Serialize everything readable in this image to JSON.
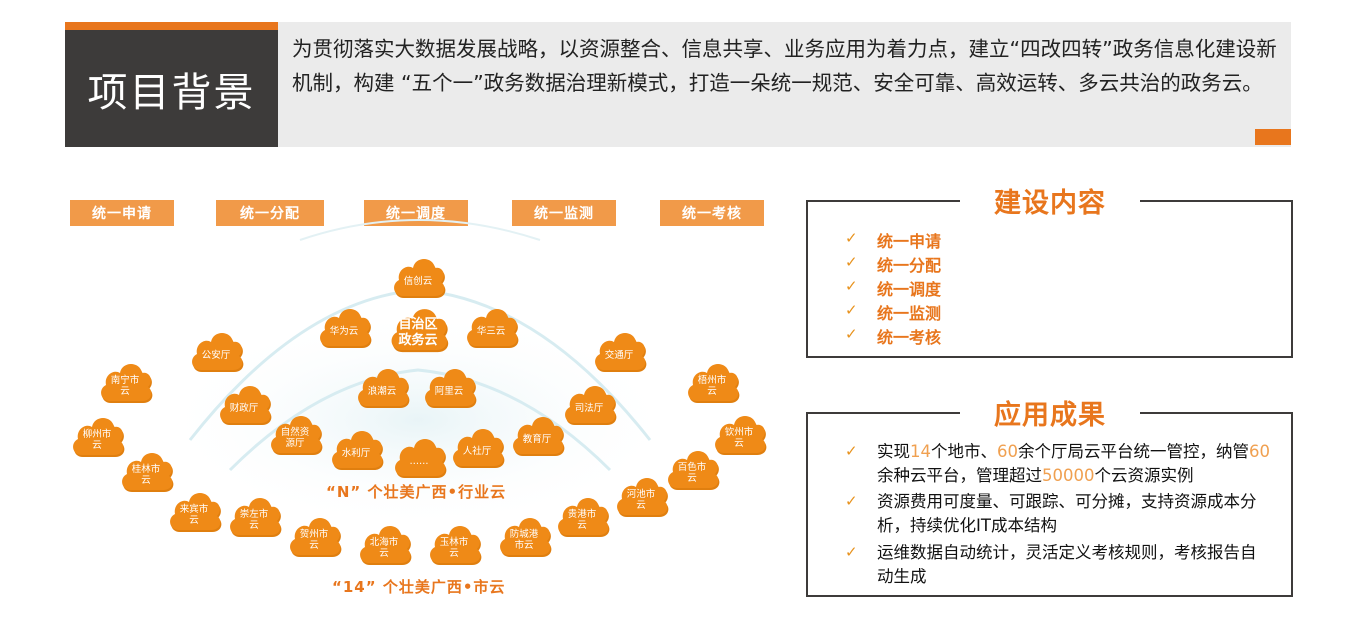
{
  "header": {
    "title": "项目背景",
    "intro": "为贯彻落实大数据发展战略，以资源整合、信息共享、业务应用为着力点，建立“四改四转”政务信息化建设新机制，构建 “五个一”政务数据治理新模式，打造一朵统一规范、安全可靠、高效运转、多云共治的政务云。"
  },
  "tags": [
    "统一申请",
    "统一分配",
    "统一调度",
    "统一监测",
    "统一考核"
  ],
  "clouds": {
    "center": "自治区\n政务云",
    "providers": [
      "信创云",
      "华为云",
      "华三云",
      "浪潮云",
      "阿里云"
    ],
    "departments": [
      "公安厅",
      "财政厅",
      "自然资\n源厅",
      "水利厅",
      "……",
      "人社厅",
      "教育厅",
      "司法厅",
      "交通厅"
    ],
    "cities": [
      "南宁市\n云",
      "柳州市\n云",
      "桂林市\n云",
      "来宾市\n云",
      "崇左市\n云",
      "贺州市\n云",
      "北海市\n云",
      "玉林市\n云",
      "防城港\n市云",
      "贵港市\n云",
      "河池市\n云",
      "百色市\n云",
      "钦州市\n云",
      "梧州市\n云"
    ]
  },
  "captions": {
    "industry": "“N” 个壮美广西•行业云",
    "city": "“14” 个壮美广西•市云"
  },
  "construction": {
    "title": "建设内容",
    "items": [
      "统一申请",
      "统一分配",
      "统一调度",
      "统一监测",
      "统一考核"
    ]
  },
  "results": {
    "title": "应用成果",
    "item1": {
      "p1": "实现",
      "n1": "14",
      "p2": "个地市、",
      "n2": "60",
      "p3": "余个厅局云平台统一管控，纳管",
      "n3": "60",
      "p4": "余种云平台，管理超过",
      "n4": "50000",
      "p5": "个云资源实例"
    },
    "item2": "资源费用可度量、可跟踪、可分摊，支持资源成本分析，持续优化IT成本结构",
    "item3": "运维数据自动统计，灵活定义考核规则，考核报告自动生成"
  },
  "colors": {
    "accent": "#e8761d",
    "cloud": "#ef8a17",
    "dark": "#3d3b3a"
  }
}
